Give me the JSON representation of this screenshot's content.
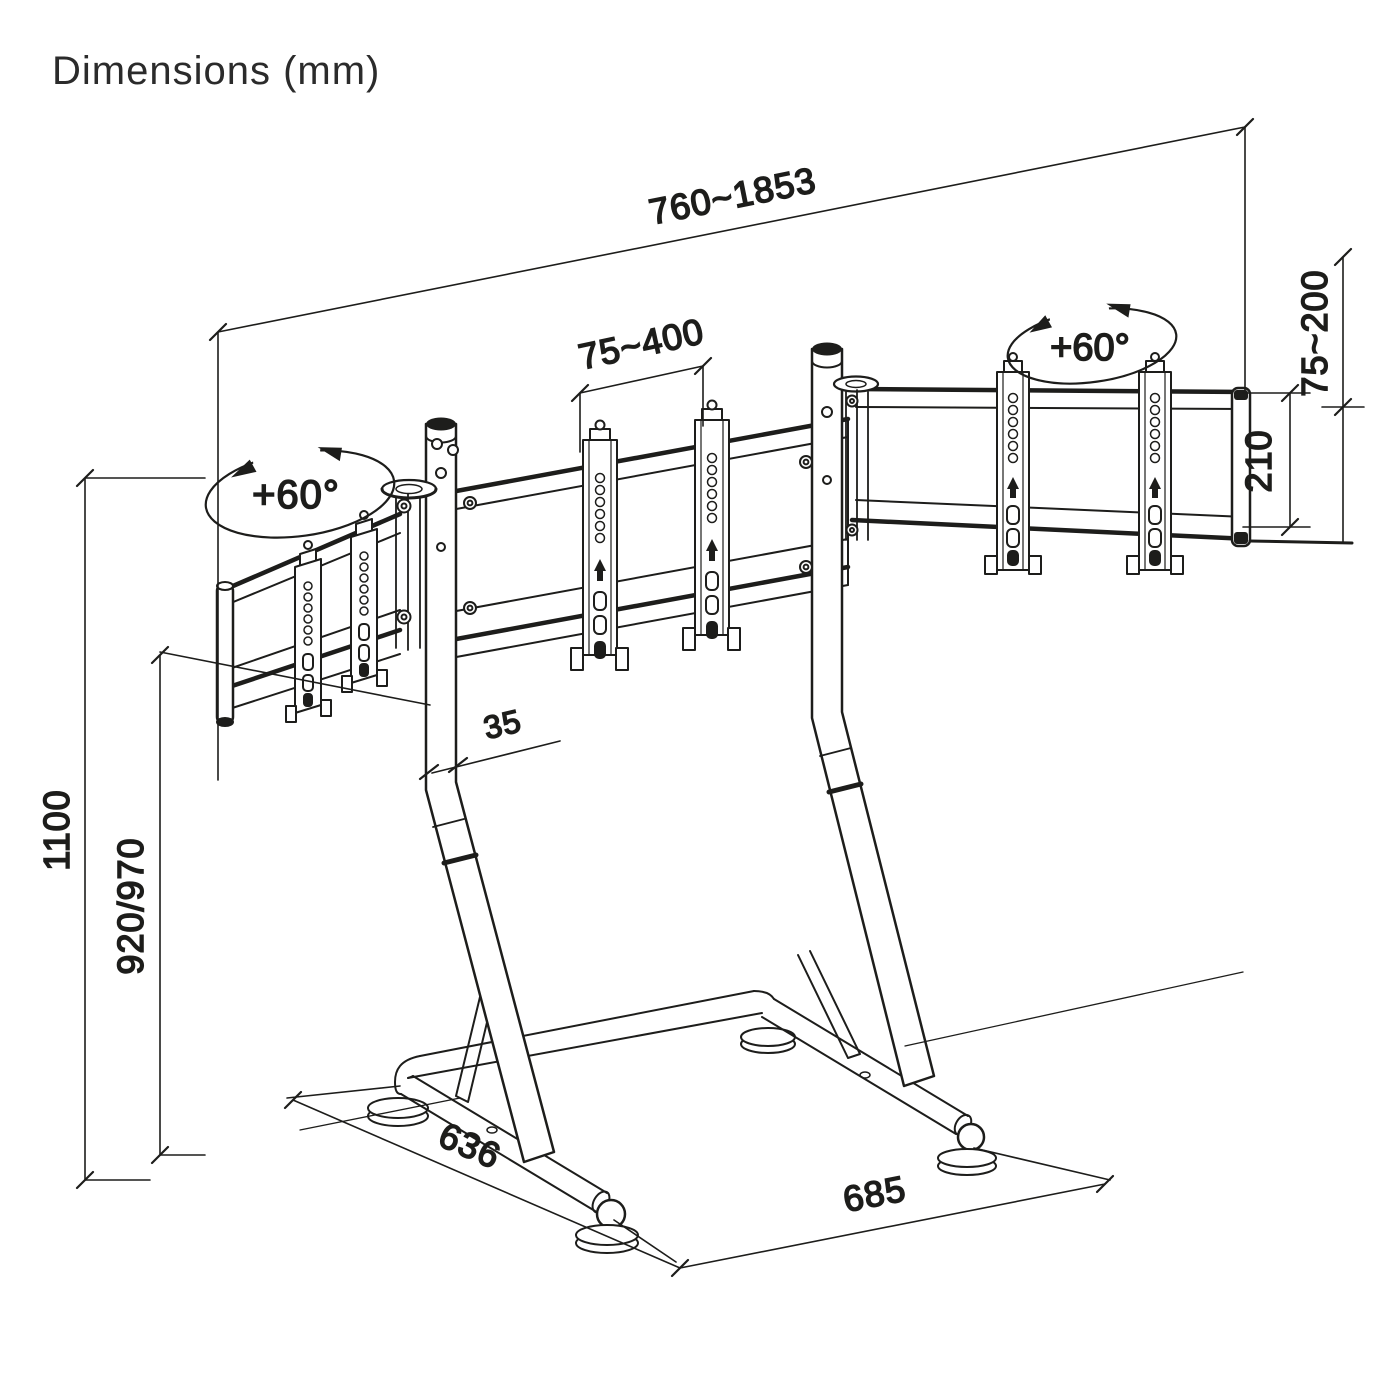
{
  "title": "Dimensions (mm)",
  "colors": {
    "ink": "#1d1d1b",
    "background": "#ffffff"
  },
  "annotations": {
    "total_width": "760~1853",
    "bracket_spacing": "75~400",
    "height_adjustment": "75~200",
    "rail_height": "210",
    "tube_diameter": "35",
    "total_height": "1100",
    "beam_floor_height": "920/970",
    "base_side_left": "636",
    "base_side_right": "685",
    "swivel_left": "+60°",
    "swivel_right": "+60°"
  }
}
